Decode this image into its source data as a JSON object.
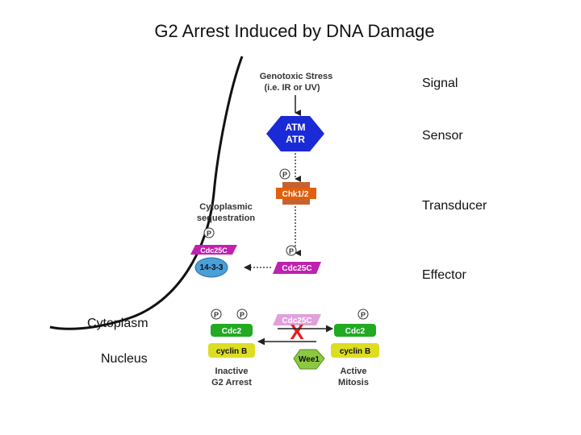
{
  "title": "G2 Arrest Induced by DNA Damage",
  "stages": [
    "Signal",
    "Sensor",
    "Transducer",
    "Effector"
  ],
  "regions": {
    "cytoplasm": "Cytoplasm",
    "nucleus": "Nucleus"
  },
  "diagram": {
    "stress_line1": "Genotoxic Stress",
    "stress_line2": "(i.e. IR or UV)",
    "atm": "ATM",
    "atr": "ATR",
    "chk": "Chk1/2",
    "cyto_seq_line1": "Cytoplasmic",
    "cyto_seq_line2": "sequestration",
    "cdc25c": "Cdc25C",
    "protein_1433": "14-3-3",
    "cdc2": "Cdc2",
    "cyclin_b": "cyclin B",
    "wee1": "Wee1",
    "inactive_line1": "Inactive",
    "inactive_line2": "G2 Arrest",
    "active_line1": "Active",
    "active_line2": "Mitosis",
    "phospho": "P",
    "block_mark": "X"
  },
  "colors": {
    "atm_hex": "#1a2ad6",
    "chk": "#e06010",
    "cdc25c": "#c020b0",
    "cdc25c_faded": "#e0a0dc",
    "protein_1433": "#4aa0d8",
    "cdc2": "#22aa22",
    "cyclin_b": "#dddd22",
    "wee1": "#8cc840",
    "block_mark": "#e02020"
  }
}
